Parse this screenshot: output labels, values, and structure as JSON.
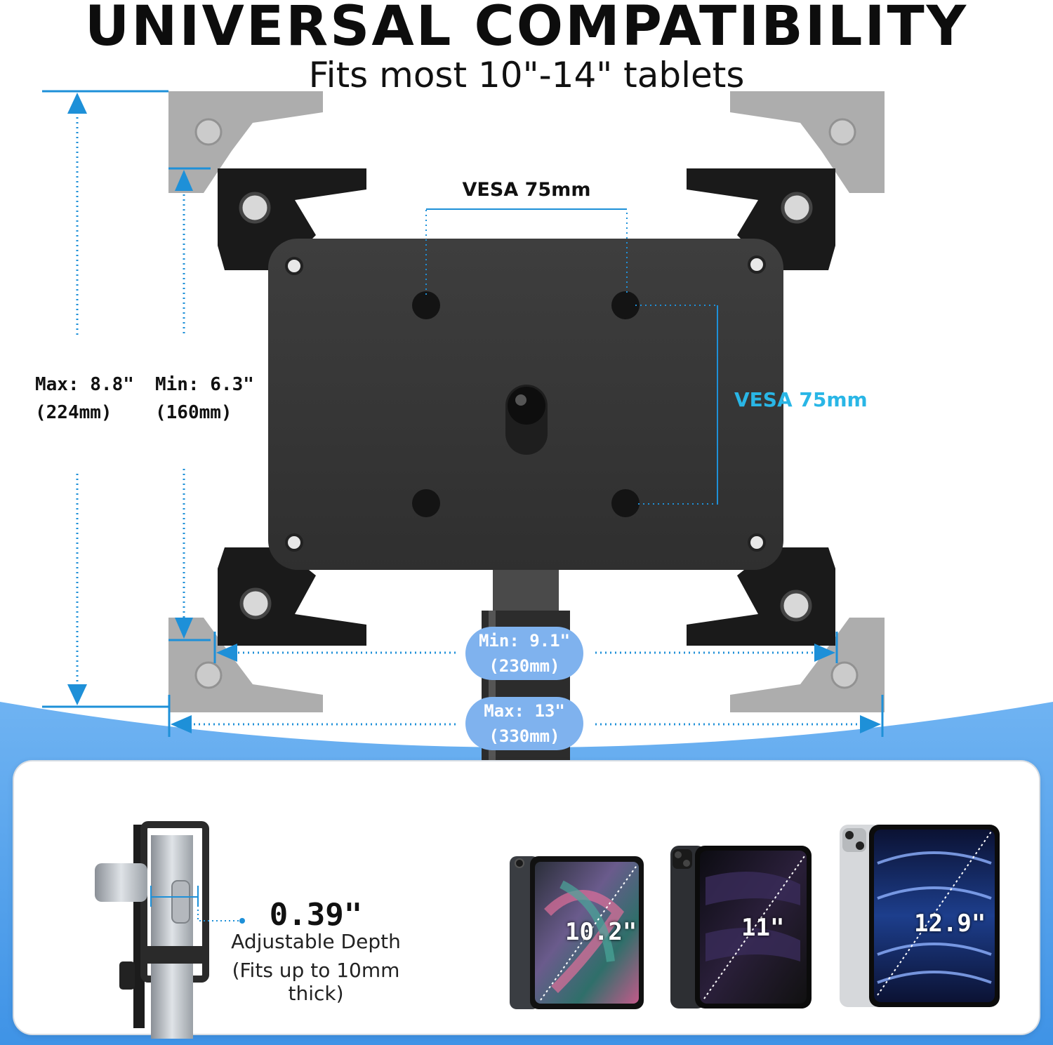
{
  "header": {
    "title": "UNIVERSAL COMPATIBILITY",
    "subtitle": "Fits most 10\"-14\" tablets"
  },
  "dimensions": {
    "height_max_line1": "Max: 8.8\"",
    "height_max_line2": "(224mm)",
    "height_min_line1": "Min: 6.3\"",
    "height_min_line2": "(160mm)",
    "vesa_horizontal": "VESA 75mm",
    "vesa_vertical": "VESA 75mm",
    "width_min_line1": "Min: 9.1\"",
    "width_min_line2": "(230mm)",
    "width_max_line1": "Max: 13\"",
    "width_max_line2": "(330mm)"
  },
  "depth": {
    "value": "0.39\"",
    "label": "Adjustable Depth",
    "note": "(Fits up to 10mm thick)"
  },
  "tablets": [
    {
      "size": "10.2\""
    },
    {
      "size": "11\""
    },
    {
      "size": "12.9\""
    }
  ],
  "colors": {
    "accent_blue": "#1e90d8",
    "vesa_label": "#29b6e6",
    "pill_fill": "#7fb2ee",
    "bottom_wave": "#5aa6f0",
    "mount_plate": "#3a3a3a"
  }
}
